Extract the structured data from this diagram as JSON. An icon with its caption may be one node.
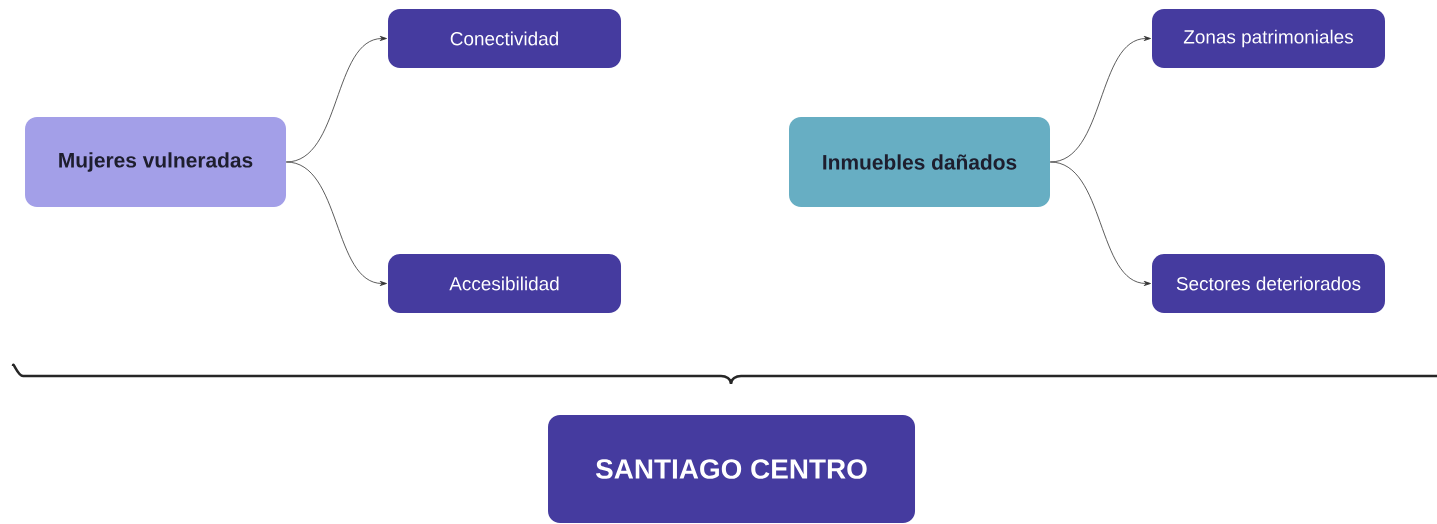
{
  "diagram": {
    "nodes": [
      {
        "text": [
          "Mujeres vulneradas"
        ]
      },
      {
        "text": [
          "Conectividad"
        ]
      },
      {
        "text": [
          "Accesibilidad"
        ]
      },
      {
        "text": [
          "Inmuebles dañados"
        ]
      },
      {
        "text": [
          "Zonas patrimoniales"
        ]
      },
      {
        "text": [
          "Sectores deteriorados"
        ]
      },
      {
        "text": [
          "SANTIAGO CENTRO"
        ]
      }
    ],
    "edges": [
      {
        "from": 0,
        "to": 1,
        "arrow": "to"
      },
      {
        "from": 0,
        "to": 2,
        "arrow": "to"
      },
      {
        "from": 3,
        "to": 4,
        "arrow": "to"
      },
      {
        "from": 3,
        "to": 5,
        "arrow": "to"
      }
    ]
  }
}
